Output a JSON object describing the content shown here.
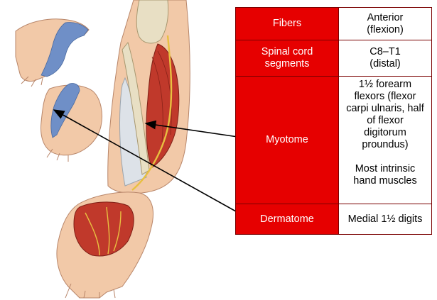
{
  "table": {
    "rows": [
      {
        "label": "Fibers",
        "value_lines": [
          "Anterior",
          "(flexion)"
        ]
      },
      {
        "label_lines": [
          "Spinal cord",
          "segments"
        ],
        "value_lines": [
          "C8–T1",
          "(distal)"
        ]
      },
      {
        "label": "Myotome",
        "value_lines": [
          "1½ forearm",
          "flexors (flexor",
          "carpi ulnaris, half",
          "of flexor",
          "digitorum",
          "proundus)",
          "",
          "Most intrinsic",
          "hand muscles"
        ]
      },
      {
        "label": "Dermatome",
        "value_lines": [
          "Medial 1½ digits"
        ]
      }
    ]
  },
  "colors": {
    "header_red": "#e60000",
    "dermatome_blue": "#6f8fc7",
    "muscle_red": "#c0392b",
    "skin": "#f2c9a8",
    "bone": "#e8dfc4",
    "nerve": "#e8c040"
  }
}
